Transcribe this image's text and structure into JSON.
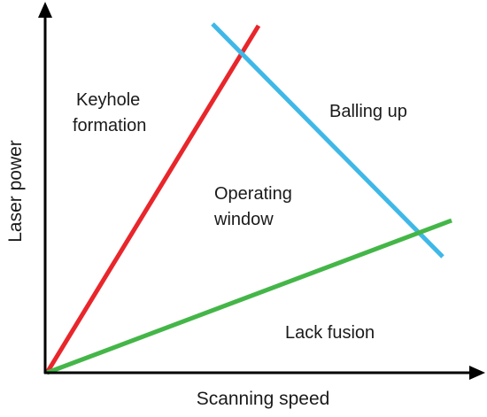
{
  "axes": {
    "x_label": "Scanning speed",
    "y_label": "Laser power"
  },
  "regions": {
    "keyhole_line1": "Keyhole",
    "keyhole_line2": "formation",
    "balling": "Balling up",
    "operating_line1": "Operating",
    "operating_line2": "window",
    "lack_fusion": "Lack fusion"
  },
  "colors": {
    "axis": "#000000",
    "keyhole_line": "#e8262b",
    "balling_line": "#3fb8e8",
    "lack_fusion_line": "#44b648",
    "text": "#1a1a1a"
  }
}
